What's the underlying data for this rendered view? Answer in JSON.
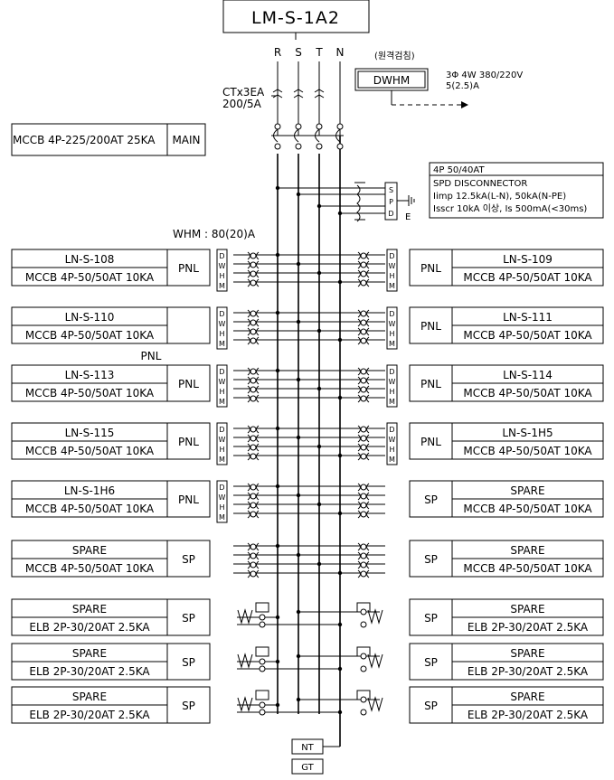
{
  "title": "LM-S-1A2",
  "phases": [
    "R",
    "S",
    "T",
    "N"
  ],
  "ct": {
    "line1": "CTx3EA",
    "line2": "200/5A"
  },
  "remote": {
    "label": "(원격검침)",
    "box": "DWHM",
    "spec1": "3Φ 4W 380/220V",
    "spec2": "5(2.5)A"
  },
  "main": {
    "breaker": "MCCB 4P-225/200AT 25KA",
    "tag": "MAIN"
  },
  "spd": {
    "box_lines": [
      "S",
      "P",
      "D"
    ],
    "earth": "E",
    "title": "4P 50/40AT",
    "lines": [
      "SPD DISCONNECTOR",
      "Iimp 12.5kA(L-N), 50kA(N-PE)",
      "Isscr 10kA 이상, Is 500mA(<30ms)"
    ]
  },
  "whm_label": "WHM : 80(20)A",
  "meter_lines": [
    "D",
    "W",
    "H",
    "M"
  ],
  "left_feeders": [
    {
      "name": "LN-S-108",
      "breaker": "MCCB 4P-50/50AT 10KA",
      "tag": "PNL",
      "meter": true
    },
    {
      "name": "LN-S-110",
      "breaker": "MCCB 4P-50/50AT 10KA",
      "tag": "PNL",
      "meter": true
    },
    {
      "name": "LN-S-113",
      "breaker": "MCCB 4P-50/50AT 10KA",
      "tag": "PNL",
      "meter": true
    },
    {
      "name": "LN-S-115",
      "breaker": "MCCB 4P-50/50AT 10KA",
      "tag": "PNL",
      "meter": true
    },
    {
      "name": "LN-S-1H6",
      "breaker": "MCCB 4P-50/50AT 10KA",
      "tag": "PNL",
      "meter": true
    },
    {
      "name": "SPARE",
      "breaker": "MCCB 4P-50/50AT 10KA",
      "tag": "SP",
      "meter": false
    },
    {
      "name": "SPARE",
      "breaker": "ELB 2P-30/20AT 2.5KA",
      "tag": "SP",
      "meter": false
    },
    {
      "name": "SPARE",
      "breaker": "ELB 2P-30/20AT 2.5KA",
      "tag": "SP",
      "meter": false
    },
    {
      "name": "SPARE",
      "breaker": "ELB 2P-30/20AT 2.5KA",
      "tag": "SP",
      "meter": false
    }
  ],
  "right_feeders": [
    {
      "name": "LN-S-109",
      "breaker": "MCCB 4P-50/50AT 10KA",
      "tag": "PNL",
      "meter": true
    },
    {
      "name": "LN-S-111",
      "breaker": "MCCB 4P-50/50AT 10KA",
      "tag": "PNL",
      "meter": true
    },
    {
      "name": "LN-S-114",
      "breaker": "MCCB 4P-50/50AT 10KA",
      "tag": "PNL",
      "meter": true
    },
    {
      "name": "LN-S-1H5",
      "breaker": "MCCB 4P-50/50AT 10KA",
      "tag": "PNL",
      "meter": true
    },
    {
      "name": "SPARE",
      "breaker": "MCCB 4P-50/50AT 10KA",
      "tag": "SP",
      "meter": false
    },
    {
      "name": "SPARE",
      "breaker": "MCCB 4P-50/50AT 10KA",
      "tag": "SP",
      "meter": false
    },
    {
      "name": "SPARE",
      "breaker": "ELB 2P-30/20AT 2.5KA",
      "tag": "SP",
      "meter": false
    },
    {
      "name": "SPARE",
      "breaker": "ELB 2P-30/20AT 2.5KA",
      "tag": "SP",
      "meter": false
    },
    {
      "name": "SPARE",
      "breaker": "ELB 2P-30/20AT 2.5KA",
      "tag": "SP",
      "meter": false
    }
  ],
  "nt": "NT",
  "gt": "GT"
}
